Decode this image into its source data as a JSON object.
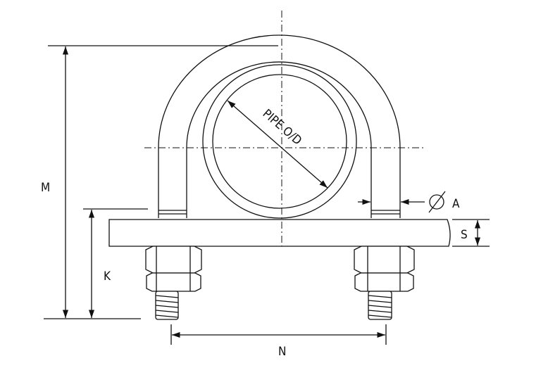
{
  "title": "U-bolt pipe clamp dimension drawing",
  "labels": {
    "pipe_od": "PIPE O/D",
    "m": "M",
    "k": "K",
    "n": "N",
    "s": "S",
    "a": "A",
    "diameter_symbol": "⌀"
  },
  "colors": {
    "line": "#111111",
    "background": "#ffffff"
  }
}
